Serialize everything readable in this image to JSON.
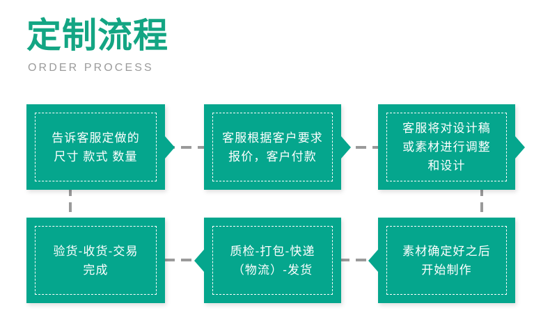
{
  "header": {
    "title": "定制流程",
    "subtitle": "ORDER PROCESS",
    "title_color": "#13a583",
    "subtitle_color": "#9b9b9b"
  },
  "theme": {
    "box_fill": "#05a68d",
    "box_text_color": "#ffffff",
    "inner_border_color": "#ffffff",
    "connector_color": "#9a9a9a",
    "page_background": "#ffffff"
  },
  "flow": {
    "steps": [
      {
        "index": 1,
        "text": "告诉客服定做的\n尺寸 款式 数量",
        "row": "top",
        "arrow": "right"
      },
      {
        "index": 2,
        "text": "客服根据客户要求\n报价，客户付款",
        "row": "top",
        "arrow": "right"
      },
      {
        "index": 3,
        "text": "客服将对设计稿\n或素材进行调整\n和设计",
        "row": "top",
        "arrow": "right"
      },
      {
        "index": 4,
        "text": "素材确定好之后\n开始制作",
        "row": "bottom",
        "arrow": "left"
      },
      {
        "index": 5,
        "text": "质检-打包-快递\n（物流）-发货",
        "row": "bottom",
        "arrow": "left"
      },
      {
        "index": 6,
        "text": "验货-收货-交易\n完成",
        "row": "bottom",
        "arrow": "none"
      }
    ],
    "connectors": [
      {
        "name": "step1-to-step2",
        "orientation": "horizontal"
      },
      {
        "name": "step2-to-step3",
        "orientation": "horizontal"
      },
      {
        "name": "step3-to-step4",
        "orientation": "vertical"
      },
      {
        "name": "step4-to-step5",
        "orientation": "horizontal"
      },
      {
        "name": "step5-to-step6",
        "orientation": "horizontal"
      },
      {
        "name": "step6-tail",
        "orientation": "vertical"
      }
    ]
  }
}
